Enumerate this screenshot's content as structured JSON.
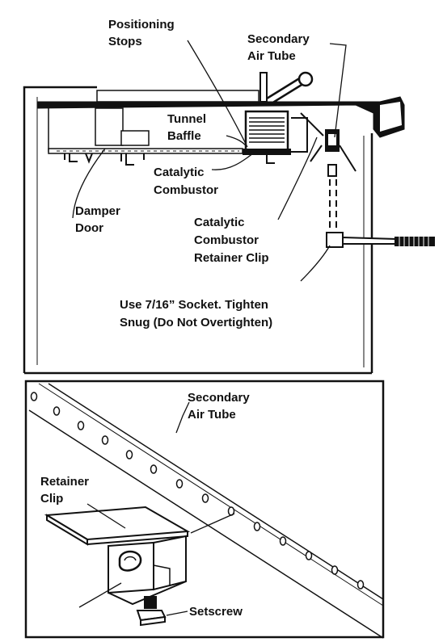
{
  "top_view": {
    "labels": {
      "positioning_stops": [
        "Positioning",
        "Stops"
      ],
      "secondary_air_tube": [
        "Secondary",
        "Air Tube"
      ],
      "tunnel_baffle": [
        "Tunnel",
        "Baffle"
      ],
      "catalytic_combustor": [
        "Catalytic",
        "Combustor"
      ],
      "damper_door": [
        "Damper",
        "Door"
      ],
      "retainer_clip": [
        "Catalytic",
        "Combustor",
        "Retainer Clip"
      ],
      "instruction": [
        "Use 7/16” Socket. Tighten",
        "Snug (Do Not Overtighten)"
      ]
    }
  },
  "detail_view": {
    "labels": {
      "secondary_air_tube": [
        "Secondary",
        "Air Tube"
      ],
      "retainer_clip": [
        "Retainer",
        "Clip"
      ],
      "setscrew": "Setscrew"
    }
  }
}
